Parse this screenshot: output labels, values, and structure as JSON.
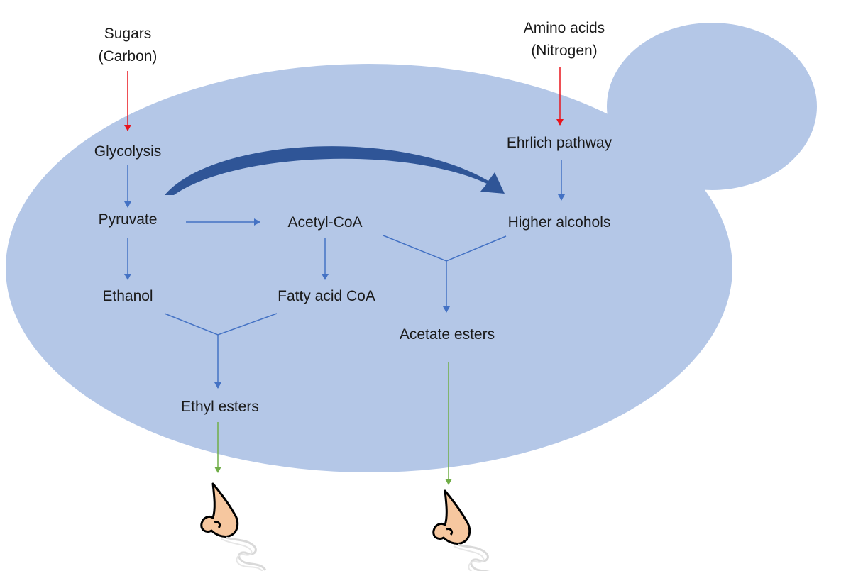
{
  "inputs": {
    "sugars_line1": "Sugars",
    "sugars_line2": "(Carbon)",
    "amino_line1": "Amino acids",
    "amino_line2": "(Nitrogen)"
  },
  "nodes": {
    "glycolysis": "Glycolysis",
    "ehrlich": "Ehrlich pathway",
    "pyruvate": "Pyruvate",
    "acetyl_coa": "Acetyl-CoA",
    "higher_alcohols": "Higher alcohols",
    "ethanol": "Ethanol",
    "fatty_acid_coa": "Fatty acid CoA",
    "acetate_esters": "Acetate esters",
    "ethyl_esters": "Ethyl esters"
  },
  "icons": {
    "nose_left": "nose-icon",
    "nose_right": "nose-icon"
  },
  "colors": {
    "cell_fill": "#b4c7e7",
    "pathway_arrow": "#4472c4",
    "input_arrow": "#e8141c",
    "release_arrow": "#70ad47",
    "curved_arrow": "#2f5597"
  }
}
